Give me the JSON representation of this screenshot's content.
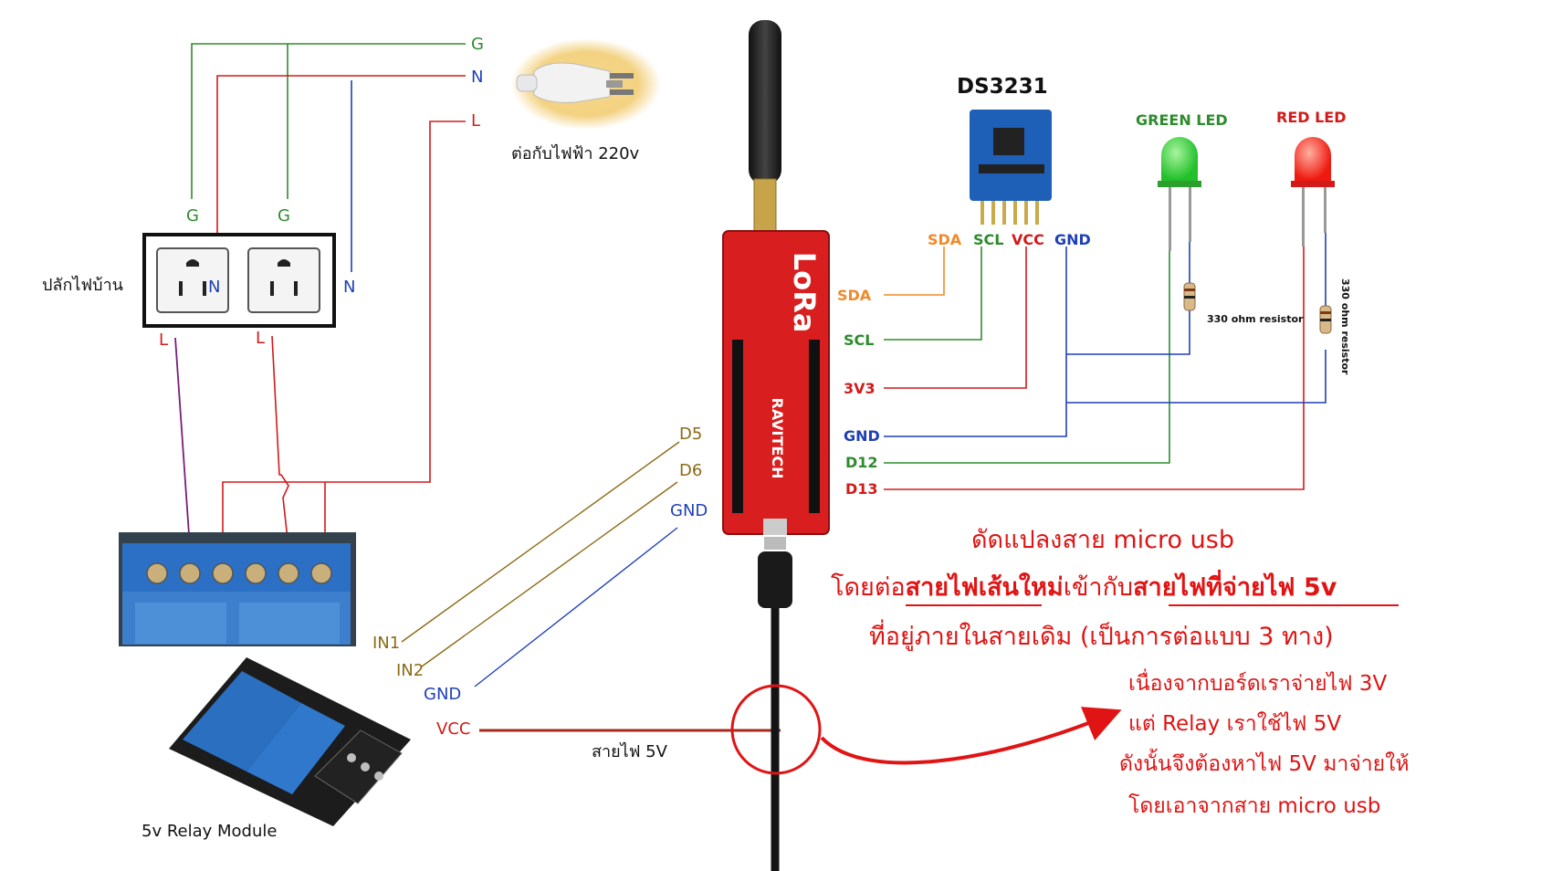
{
  "power": {
    "g": "G",
    "n": "N",
    "l": "L",
    "plug_caption": "ต่อกับไฟฟ้า 220v"
  },
  "outlet": {
    "label": "ปลักไฟบ้าน",
    "g_left": "G",
    "g_right": "G",
    "n_inner": "N",
    "n_outer": "N",
    "l_left": "L",
    "l_right": "L"
  },
  "rtc": {
    "title": "DS3231",
    "pins": [
      "SDA",
      "SCL",
      "VCC",
      "GND"
    ]
  },
  "leds": {
    "green": "GREEN LED",
    "red": "RED LED",
    "resistor_green": "330 ohm resistor",
    "resistor_red": "330 ohm resistor"
  },
  "board": {
    "brand": "LoRa",
    "maker": "RAVITECH",
    "right_pins": [
      "SDA",
      "SCL",
      "3V3",
      "GND",
      "D12",
      "D13"
    ],
    "left_pins": [
      "D5",
      "D6",
      "GND"
    ]
  },
  "relay": {
    "inputs": [
      "IN1",
      "IN2",
      "GND",
      "VCC"
    ],
    "caption": "5v Relay Module",
    "wire_5v": "สายไฟ 5V"
  },
  "usb_note": {
    "line1": "ดัดแปลงสาย micro usb",
    "line2_a": "โดยต่อ",
    "line2_b": "สายไฟเส้นใหม่",
    "line2_c": "เข้ากับ",
    "line2_d": "สายไฟที่จ่ายไฟ 5v",
    "line3": "ที่อยู่ภายในสายเดิม (เป็นการต่อแบบ 3 ทาง)"
  },
  "reason": {
    "line1": "เนื่องจากบอร์ดเราจ่ายไฟ 3V",
    "line2": "แต่ Relay เราใช้ไฟ 5V",
    "line3": "ดังนั้นจึงต้องหาไฟ 5V มาจ่ายให้",
    "line4": "โดยเอาจากสาย micro usb"
  },
  "colors": {
    "ground_wire": "#2e8b2e",
    "neutral_wire": "#1f3fb8",
    "live_wire": "#d21a1a",
    "sda_wire": "#f08a2a",
    "relay_signal_wire": "#8a6a14",
    "board_red": "#d81e1e",
    "relay_blue": "#2b6fc4"
  }
}
